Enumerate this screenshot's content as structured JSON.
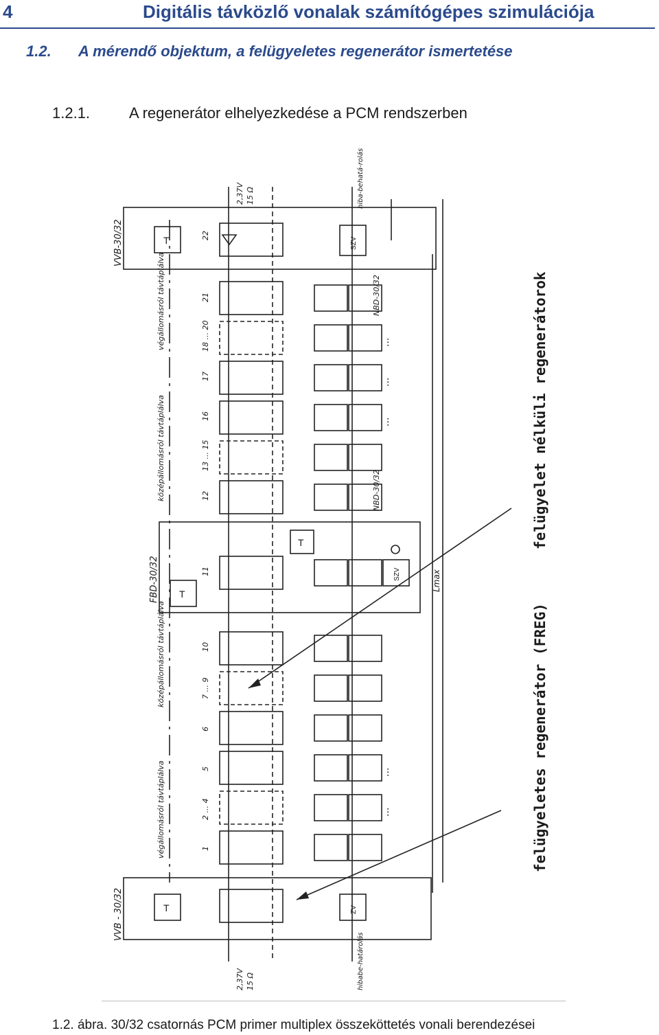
{
  "header": {
    "page_number": "4",
    "running_title": "Digitális távközlő vonalak számítógépes szimulációja"
  },
  "section": {
    "number": "1.2.",
    "title": "A mérendő objektum, a felügyeletes regenerátor ismertetése"
  },
  "subsection": {
    "number": "1.2.1.",
    "title": "A regenerátor elhelyezkedése a PCM rendszerben"
  },
  "figure": {
    "terminal_top_label": "VVB-30/32",
    "terminal_bottom_label": "VVB - 30/32",
    "fbd_label": "FBD-30/32",
    "nbd_top_label": "NBD-30/32",
    "nbd_mid_label": "NBD-30/32",
    "power_top": "2,37V",
    "impedance_top": "15 Ω",
    "power_bottom": "2,37V",
    "impedance_bottom": "15 Ω",
    "fault_top": "hiba-behatá-rolás",
    "fault_bottom": "hibabe-határolás",
    "block_t": "T",
    "block_szv": "SZV",
    "block_zv": "ZV",
    "lmax": "Lmax",
    "label_right_upper": "felügyelet nélküli regenerátorok",
    "label_right_lower": "felügyeletes regenerátor (FREG)",
    "group_labels": [
      "végállomásról távtáplálva",
      "középállomásról távtáplálva",
      "középállomásról távtáplálva",
      "végállomásról távtáplálva"
    ],
    "station_numbers": [
      "22",
      "21",
      "18 ... 20",
      "17",
      "16",
      "13 ... 15",
      "12",
      "11",
      "10",
      "7 ... 9",
      "6",
      "5",
      "2 ... 4",
      "1"
    ],
    "ellipsis": "..."
  },
  "caption": {
    "number": "1.2. ábra.",
    "text": "30/32 csatornás PCM primer multiplex összeköttetés vonali berendezései"
  }
}
